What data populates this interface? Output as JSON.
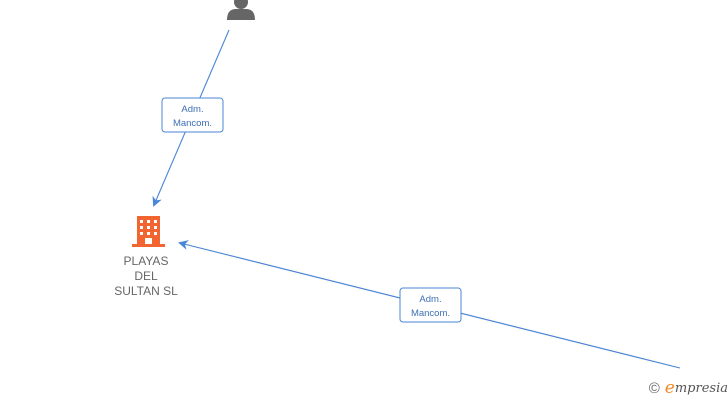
{
  "nodes": {
    "person": {
      "icon": "person-icon",
      "color": "#666666"
    },
    "company": {
      "icon": "building-icon",
      "color": "#f26430",
      "label_lines": [
        "PLAYAS",
        "DEL",
        "SULTAN SL"
      ]
    }
  },
  "edges": [
    {
      "label_lines": [
        "Adm.",
        "Mancom."
      ],
      "from": "person",
      "to": "company"
    },
    {
      "label_lines": [
        "Adm.",
        "Mancom."
      ],
      "from": "offscreen-bottom-right",
      "to": "company"
    }
  ],
  "watermark": {
    "symbol": "©",
    "brand_initial": "e",
    "brand_rest": "mpresia"
  },
  "colors": {
    "edge": "#4a86d6",
    "brand_accent": "#f28c28"
  }
}
